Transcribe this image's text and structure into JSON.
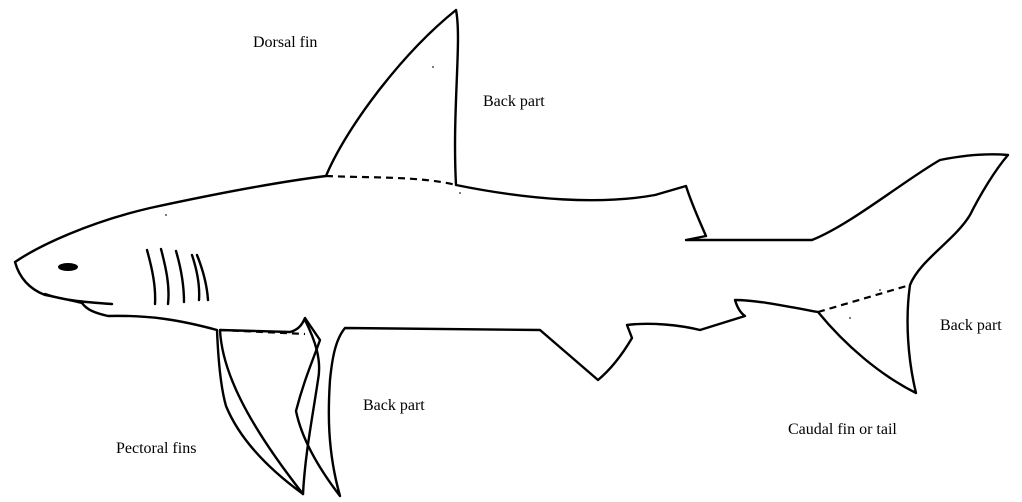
{
  "labels": {
    "dorsal_fin": "Dorsal fin",
    "back_part_dorsal": "Back part",
    "back_part_tail": "Back part",
    "back_part_pectoral": "Back part",
    "pectoral_fins": "Pectoral fins",
    "caudal_fin": "Caudal fin or tail"
  },
  "colors": {
    "line": "#000000",
    "background": "#ffffff"
  }
}
